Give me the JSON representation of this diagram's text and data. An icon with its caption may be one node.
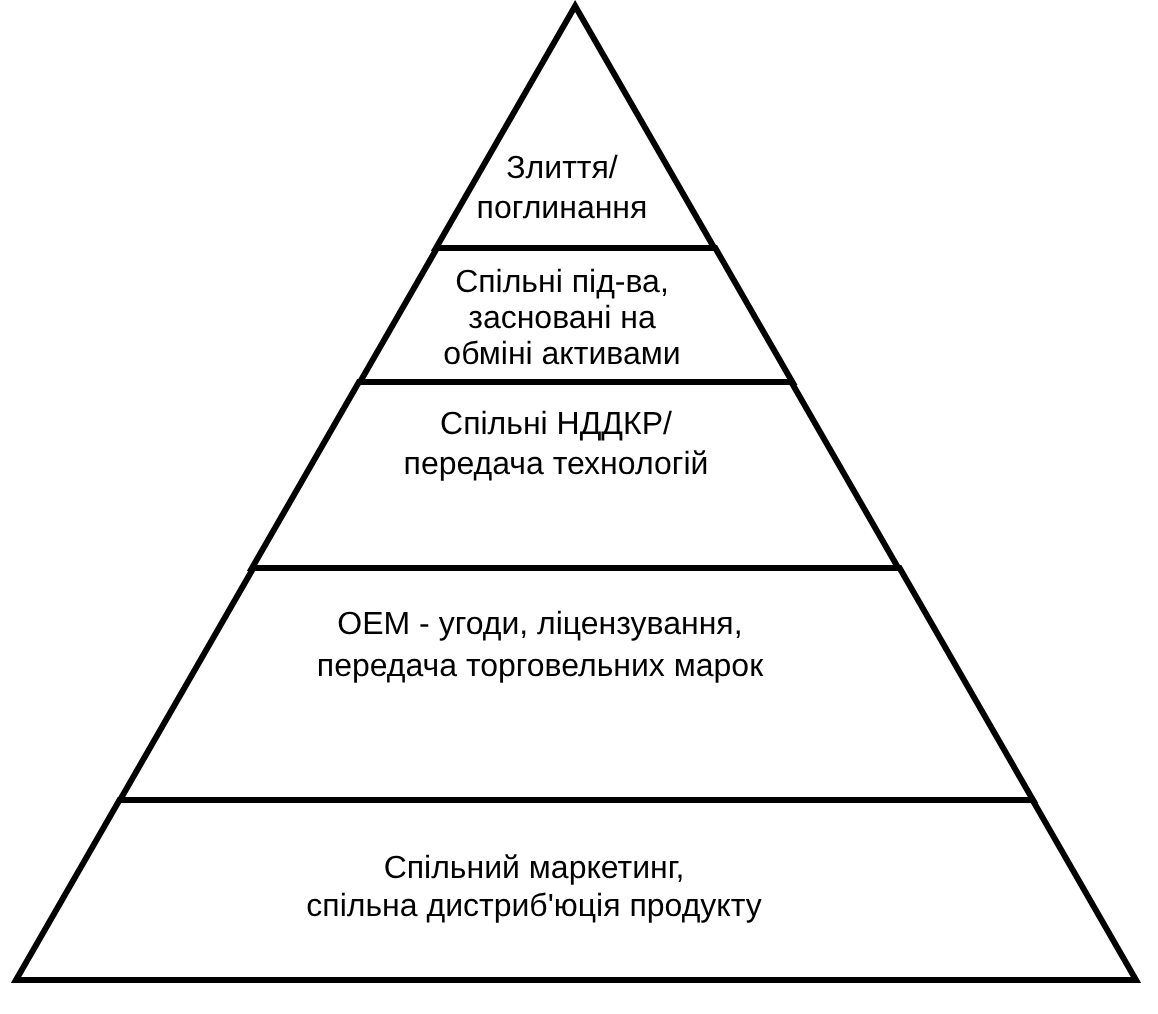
{
  "diagram": {
    "nodes": [
      {
        "text": [
          "Злиття/ поглинання"
        ]
      },
      {
        "text": [
          "Спільні під-ва, засновані на обміні активами"
        ]
      },
      {
        "text": [
          "Спільні НДДКР/ передача технологій"
        ]
      },
      {
        "text": [
          "ОЕМ - угоди, ліцензування, передача торговельних марок"
        ]
      },
      {
        "text": [
          "Спільний маркетинг, спільна дистриб'юція продукту"
        ]
      }
    ]
  }
}
